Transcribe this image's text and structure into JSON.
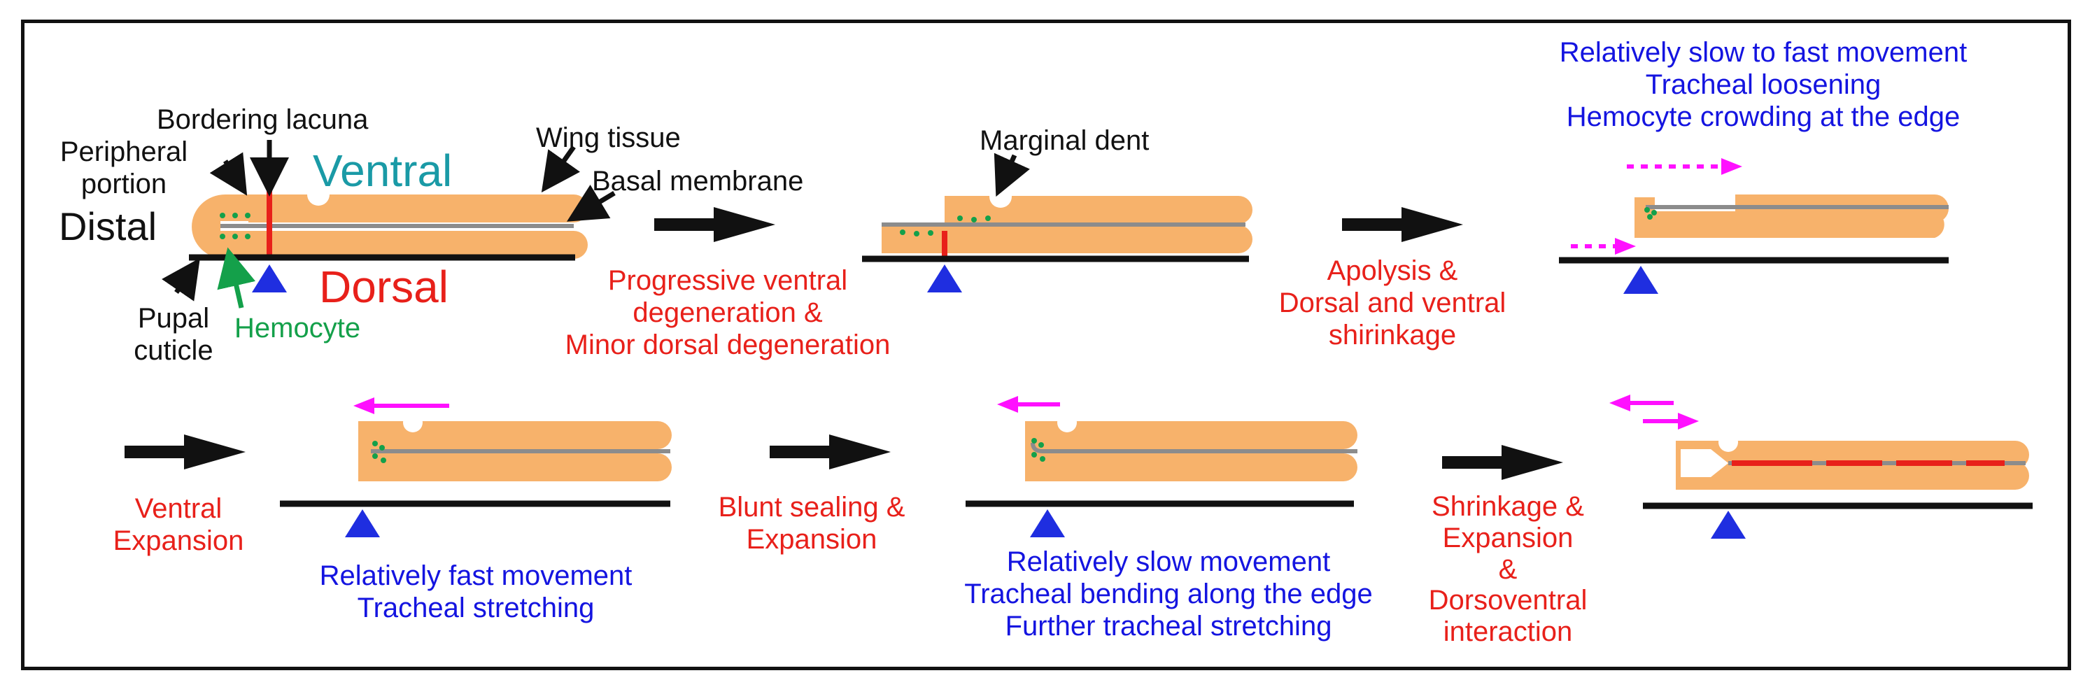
{
  "colors": {
    "tissue": "#f7b26b",
    "cuticle": "#111111",
    "lacuna": "#e8201a",
    "membrane": "#8c8c8c",
    "hemocyte": "#14a04a",
    "marker": "#1f2ee0",
    "movement_arrow": "#ff10ff",
    "process_arrow": "#111111",
    "process_text": "#e8201a",
    "observation_text": "#1414e0"
  },
  "icons": [
    "process-arrow-icon",
    "triangle-marker-icon",
    "movement-arrow-icon",
    "pointer-arrow-icon"
  ],
  "panel1": {
    "bordering_lacuna": "Bordering lacuna",
    "peripheral_portion": [
      "Peripheral",
      "portion"
    ],
    "ventral": "Ventral",
    "wing_tissue": "Wing tissue",
    "basal_membrane": "Basal membrane",
    "distal": "Distal",
    "dorsal": "Dorsal",
    "pupal_cuticle": [
      "Pupal",
      "cuticle"
    ],
    "hemocyte": "Hemocyte"
  },
  "panel2": {
    "marginal_dent": "Marginal dent"
  },
  "steps": {
    "s1": [
      "Progressive ventral",
      "degeneration &",
      "Minor dorsal degeneration"
    ],
    "s2": [
      "Apolysis &",
      "Dorsal and ventral",
      "shirinkage"
    ],
    "s3_obs": [
      "Relatively slow to fast movement",
      "Tracheal loosening",
      "Hemocyte crowding at the edge"
    ],
    "s4": [
      "Ventral",
      "Expansion"
    ],
    "s4_obs": [
      "Relatively fast movement",
      "Tracheal stretching"
    ],
    "s5": [
      "Blunt sealing &",
      "Expansion"
    ],
    "s5_obs": [
      "Relatively slow movement",
      "Tracheal bending along the edge",
      "Further tracheal stretching"
    ],
    "s6": [
      "Shrinkage &",
      "Expansion",
      "&",
      "Dorsoventral",
      "interaction"
    ]
  }
}
